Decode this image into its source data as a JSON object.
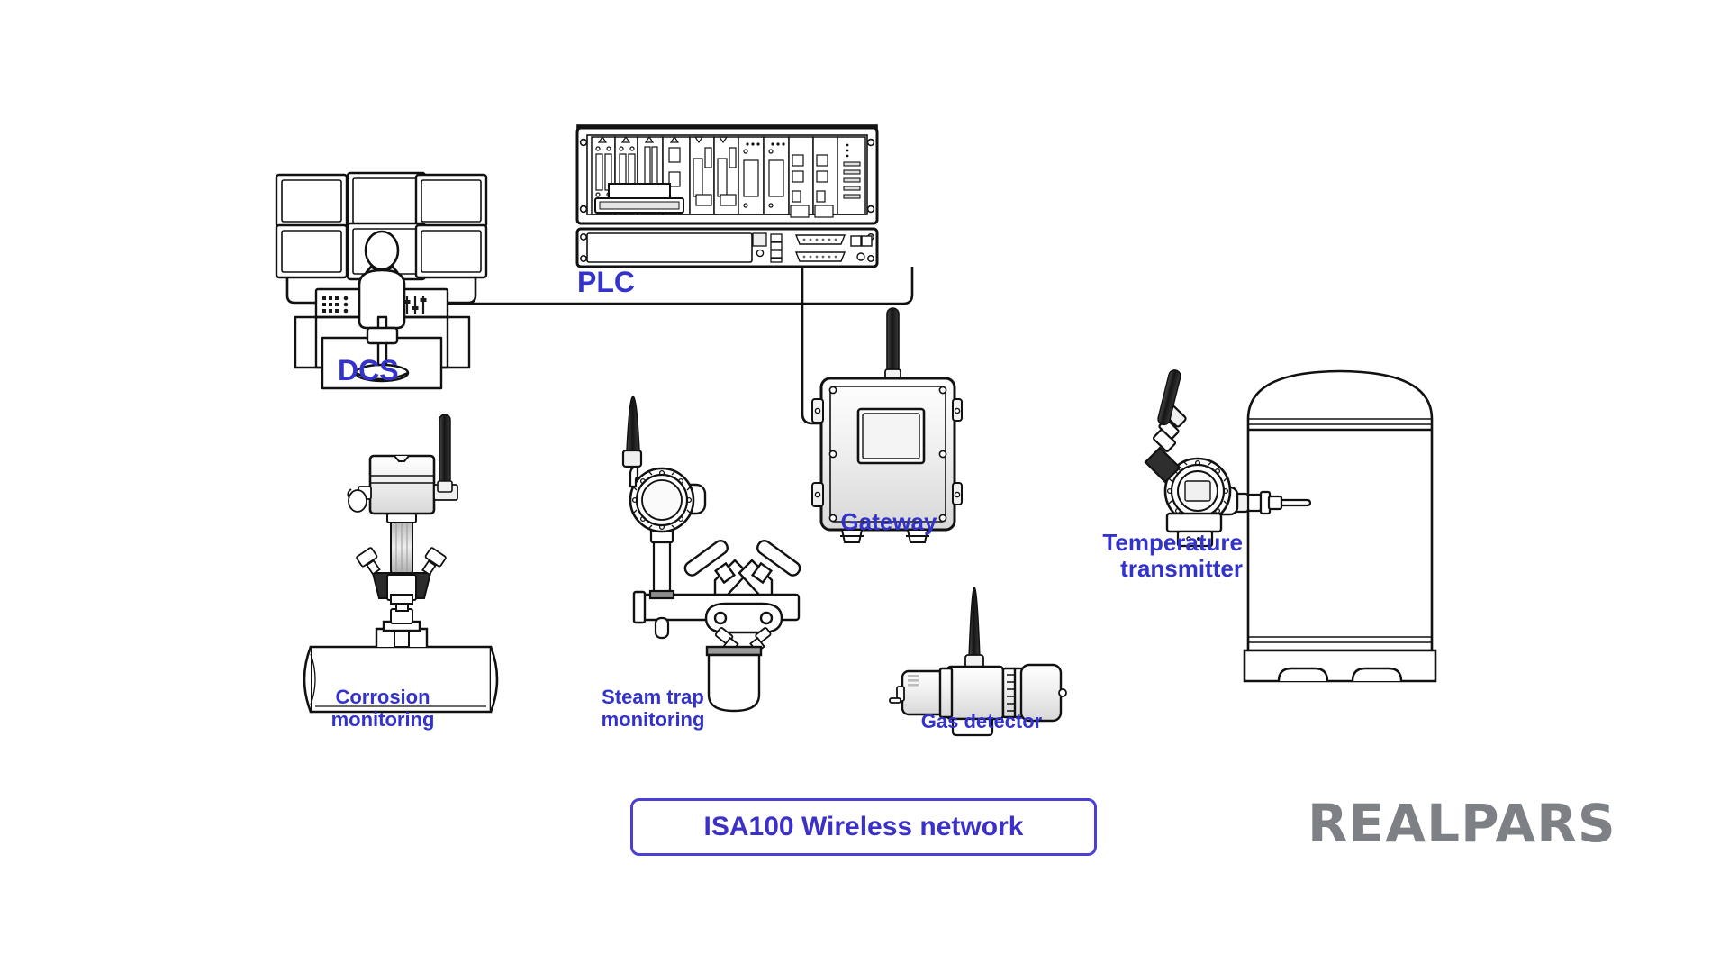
{
  "diagram": {
    "title": "ISA100 Wireless network architecture",
    "background_color": "#ffffff",
    "label_color": "#3333cc",
    "line_color": "#1a1a1a",
    "accent_color": "#4a3fd4",
    "logo_color": "#7d8186"
  },
  "labels": {
    "dcs": "DCS",
    "plc": "PLC",
    "gateway": "Gateway",
    "corrosion": "Corrosion\nmonitoring",
    "steam_trap": "Steam trap\nmonitoring",
    "gas_detector": "Gas detector",
    "temperature": "Temperature\ntransmitter"
  },
  "callout": {
    "text": "ISA100 Wireless network"
  },
  "branding": {
    "logo_text": "REALPARS"
  },
  "nodes": [
    {
      "id": "dcs",
      "name": "dcs-operator-console",
      "label": "DCS",
      "wireless": false
    },
    {
      "id": "plc",
      "name": "plc-rack",
      "label": "PLC",
      "wireless": false
    },
    {
      "id": "gateway",
      "name": "wireless-gateway",
      "label": "Gateway",
      "wireless": true
    },
    {
      "id": "corrosion",
      "name": "corrosion-monitoring-transmitter",
      "label": "Corrosion monitoring",
      "wireless": true
    },
    {
      "id": "steam",
      "name": "steam-trap-monitoring-transmitter",
      "label": "Steam trap monitoring",
      "wireless": true
    },
    {
      "id": "gas",
      "name": "gas-detector",
      "label": "Gas detector",
      "wireless": true
    },
    {
      "id": "temperature",
      "name": "temperature-transmitter",
      "label": "Temperature transmitter",
      "wireless": true
    }
  ],
  "connections": [
    {
      "from": "dcs",
      "to": "plc",
      "type": "wired"
    },
    {
      "from": "plc",
      "to": "gateway",
      "type": "wired"
    }
  ]
}
